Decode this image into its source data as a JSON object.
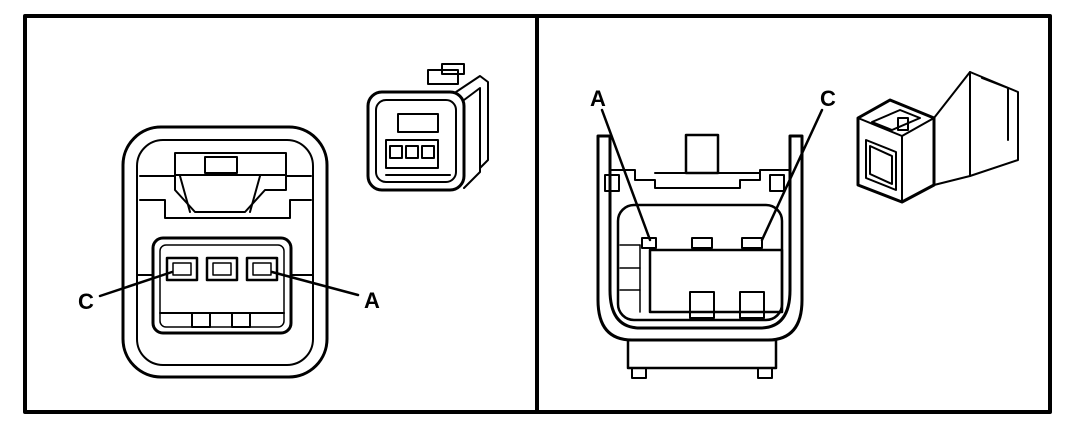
{
  "left_panel": {
    "callouts": {
      "terminal_c": "C",
      "terminal_a": "A"
    }
  },
  "right_panel": {
    "callouts": {
      "terminal_a": "A",
      "terminal_c": "C"
    }
  },
  "colors": {
    "line": "#000000",
    "background": "#ffffff"
  }
}
